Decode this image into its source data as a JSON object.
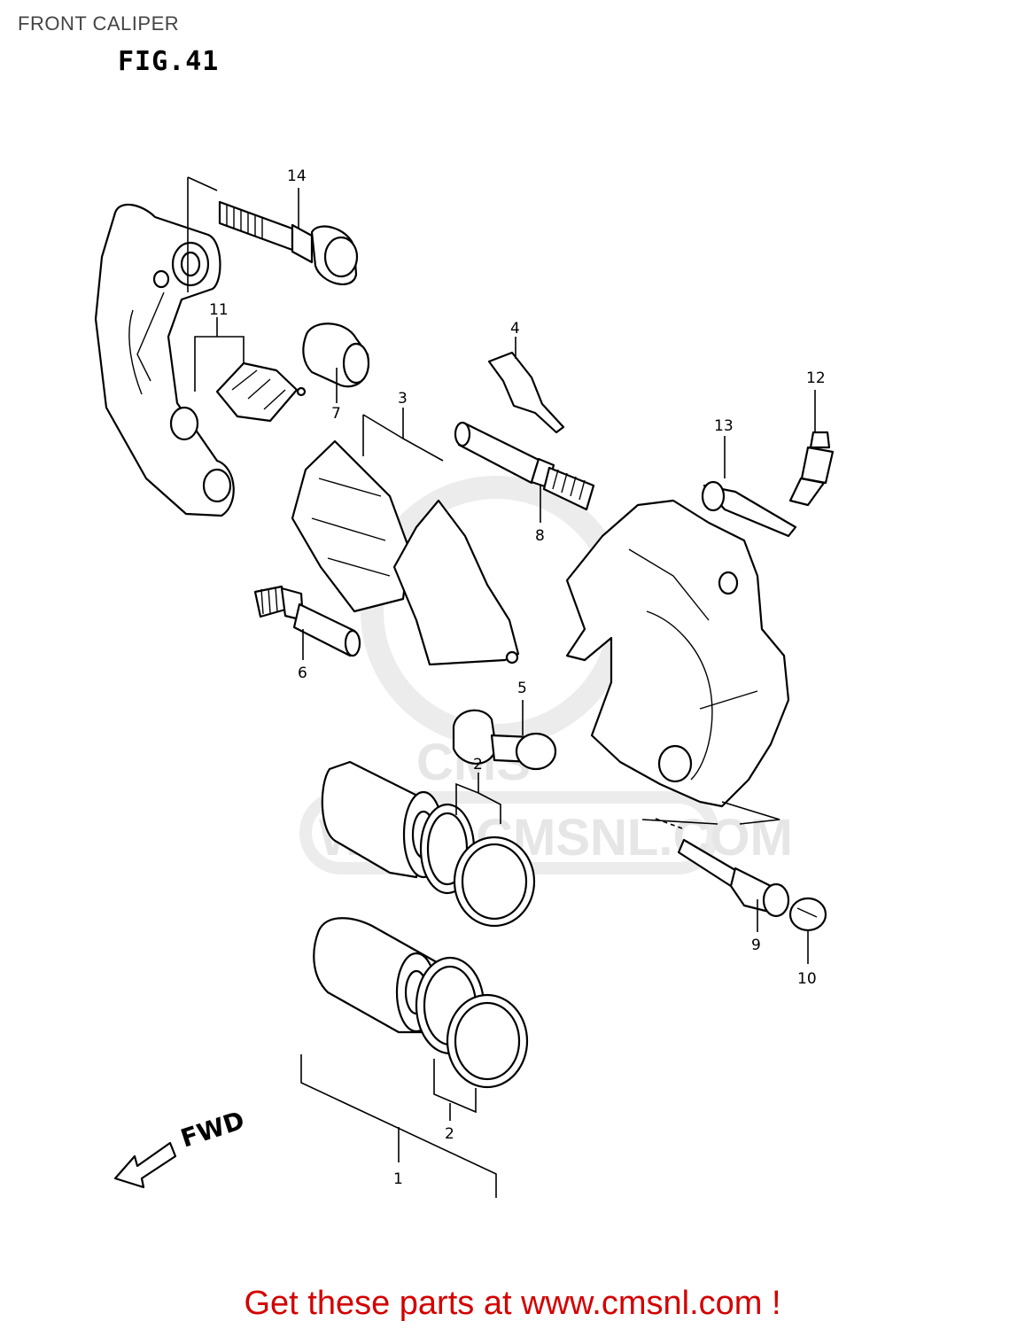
{
  "page": {
    "title": "FRONT CALIPER",
    "figure": "FIG.41",
    "direction_label": "FWD",
    "watermark": "WWW.CMSNL.COM",
    "watermark_logo": "CMS",
    "cta": "Get these parts at www.cmsnl.com !"
  },
  "callouts": [
    "14",
    "11",
    "7",
    "4",
    "3",
    "12",
    "13",
    "8",
    "6",
    "5",
    "2",
    "9",
    "10",
    "2",
    "1"
  ],
  "colors": {
    "cta": "#d40000",
    "watermark": "#e6e6e6",
    "line": "#000000"
  }
}
